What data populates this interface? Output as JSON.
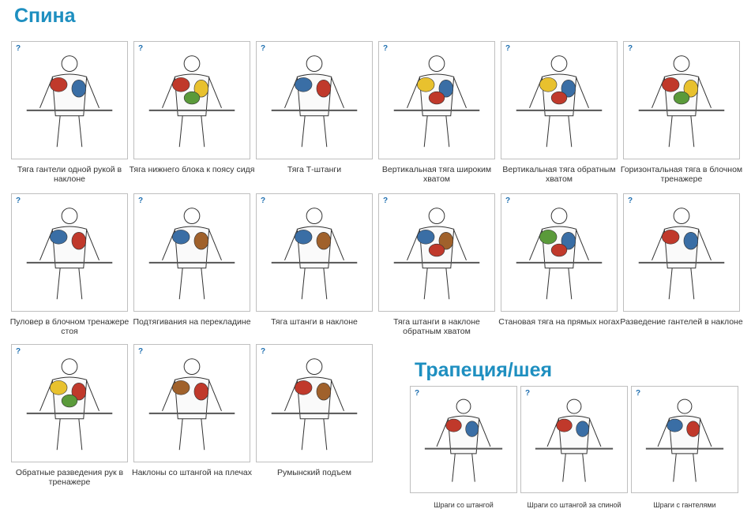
{
  "sections": {
    "back_title": "Спина",
    "trap_title": "Трапеция/шея"
  },
  "help_mark": "?",
  "back_exercises": [
    {
      "label": "Тяга гантели одной рукой в наклоне"
    },
    {
      "label": "Тяга нижнего блока к поясу сидя"
    },
    {
      "label": "Тяга Т-штанги"
    },
    {
      "label": "Вертикальная тяга широким хватом"
    },
    {
      "label": "Вертикальная тяга обратным хватом"
    },
    {
      "label": "Горизонтальная тяга в блочном тренажере"
    },
    {
      "label": "Пуловер в блочном тренажере стоя"
    },
    {
      "label": "Подтягивания на перекладине"
    },
    {
      "label": "Тяга штанги в наклоне"
    },
    {
      "label": "Тяга штанги в наклоне обратным хватом"
    },
    {
      "label": "Становая тяга на прямых ногах"
    },
    {
      "label": "Разведение гантелей в наклоне"
    },
    {
      "label": "Обратные разведения рук в тренажере"
    },
    {
      "label": "Наклоны со штангой на плечах"
    },
    {
      "label": "Румынский подъем"
    }
  ],
  "trap_exercises": [
    {
      "label": "Шраги со штангой"
    },
    {
      "label": "Шраги со штангой за спиной"
    },
    {
      "label": "Шраги с гантелями"
    }
  ],
  "colors": {
    "title": "#1e8fc0",
    "muscle_red": "#c0392b",
    "muscle_blue": "#3a6ea5",
    "muscle_yellow": "#e8c12e",
    "muscle_green": "#5a9a3a",
    "muscle_brown": "#a0612b"
  }
}
